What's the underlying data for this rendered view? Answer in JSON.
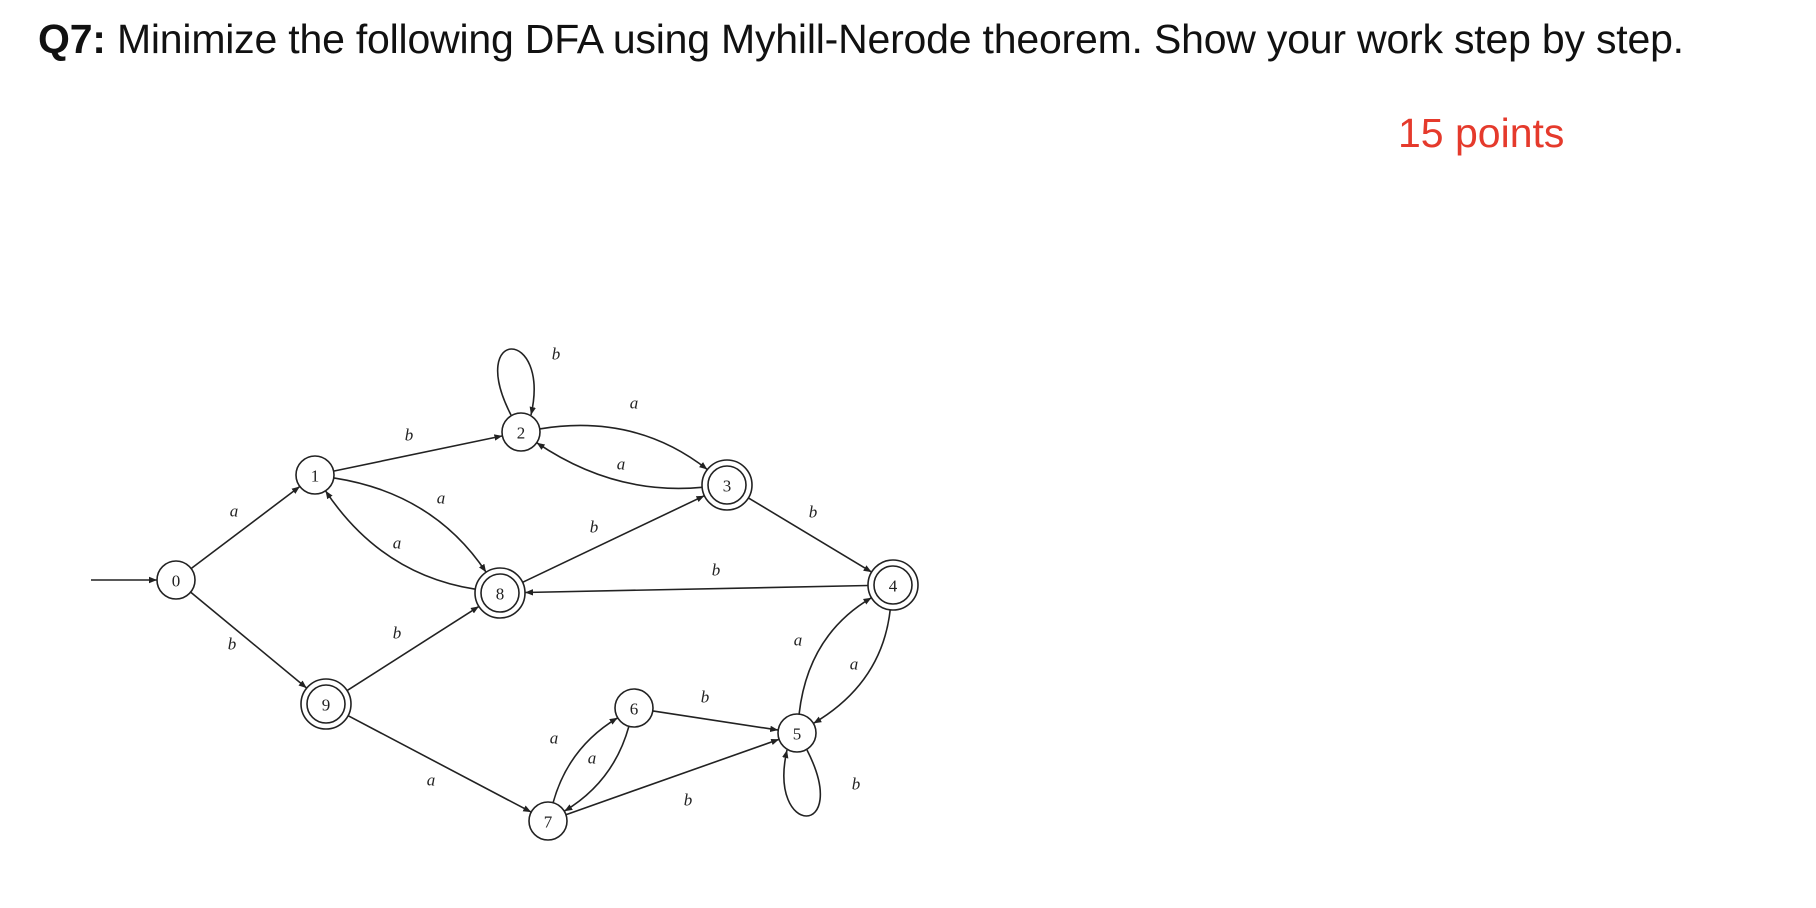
{
  "question": {
    "label": "Q7:",
    "text": " Minimize the following DFA using Myhill-Nerode theorem. Show your work step by step.",
    "points": "15 points"
  },
  "dfa": {
    "start_state": "0",
    "states": [
      {
        "id": "0",
        "accepting": false
      },
      {
        "id": "1",
        "accepting": false
      },
      {
        "id": "2",
        "accepting": false
      },
      {
        "id": "3",
        "accepting": true
      },
      {
        "id": "4",
        "accepting": true
      },
      {
        "id": "5",
        "accepting": false
      },
      {
        "id": "6",
        "accepting": false
      },
      {
        "id": "7",
        "accepting": false
      },
      {
        "id": "8",
        "accepting": true
      },
      {
        "id": "9",
        "accepting": true
      }
    ],
    "transitions": [
      {
        "from": "0",
        "to": "1",
        "symbol": "a"
      },
      {
        "from": "0",
        "to": "9",
        "symbol": "b"
      },
      {
        "from": "1",
        "to": "2",
        "symbol": "b"
      },
      {
        "from": "1",
        "to": "8",
        "symbol": "a"
      },
      {
        "from": "2",
        "to": "2",
        "symbol": "b"
      },
      {
        "from": "2",
        "to": "3",
        "symbol": "a"
      },
      {
        "from": "3",
        "to": "2",
        "symbol": "a"
      },
      {
        "from": "3",
        "to": "4",
        "symbol": "b"
      },
      {
        "from": "4",
        "to": "8",
        "symbol": "b"
      },
      {
        "from": "4",
        "to": "5",
        "symbol": "a"
      },
      {
        "from": "5",
        "to": "4",
        "symbol": "a"
      },
      {
        "from": "5",
        "to": "5",
        "symbol": "b"
      },
      {
        "from": "6",
        "to": "5",
        "symbol": "b"
      },
      {
        "from": "6",
        "to": "7",
        "symbol": "a"
      },
      {
        "from": "7",
        "to": "6",
        "symbol": "a"
      },
      {
        "from": "7",
        "to": "5",
        "symbol": "b"
      },
      {
        "from": "8",
        "to": "1",
        "symbol": "a"
      },
      {
        "from": "8",
        "to": "3",
        "symbol": "b"
      },
      {
        "from": "9",
        "to": "8",
        "symbol": "b"
      },
      {
        "from": "9",
        "to": "7",
        "symbol": "a"
      }
    ]
  }
}
